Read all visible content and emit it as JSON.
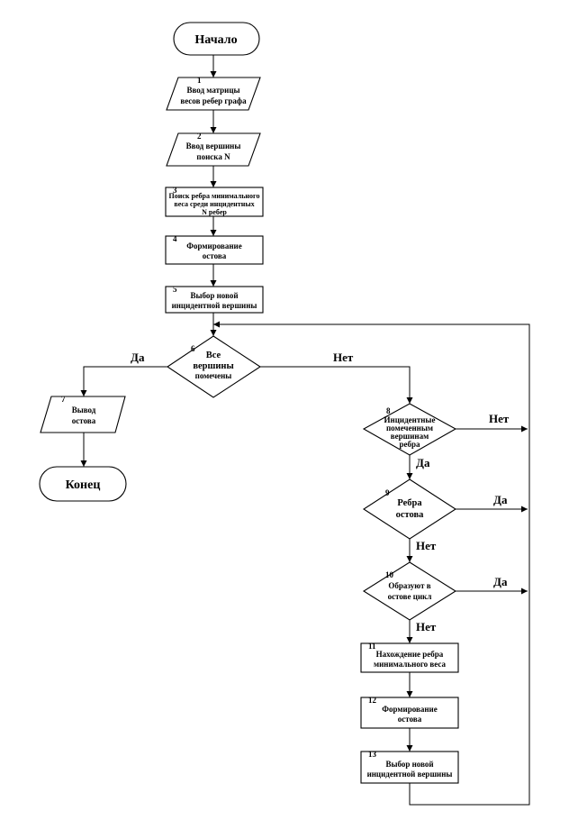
{
  "diagram": {
    "start": "Начало",
    "end": "Конец",
    "yes": "Да",
    "no": "Нет",
    "nodes": {
      "n1": {
        "num": "1",
        "lines": [
          "Ввод матрицы",
          "весов ребер графа"
        ]
      },
      "n2": {
        "num": "2",
        "lines": [
          "Ввод вершины",
          "поиска N"
        ]
      },
      "n3": {
        "num": "3",
        "lines": [
          "Поиск ребра минимального",
          "веса среди инцидентных",
          "N ребер"
        ]
      },
      "n4": {
        "num": "4",
        "lines": [
          "Формирование",
          "остова"
        ]
      },
      "n5": {
        "num": "5",
        "lines": [
          "Выбор новой",
          "инцидентной вершины"
        ]
      },
      "n6": {
        "num": "6",
        "lines": [
          "Все",
          "вершины",
          "помечены"
        ]
      },
      "n7": {
        "num": "7",
        "lines": [
          "Вывод",
          "остова"
        ]
      },
      "n8": {
        "num": "8",
        "lines": [
          "Инцидентные",
          "помеченным",
          "вершинам",
          "ребра"
        ]
      },
      "n9": {
        "num": "9",
        "lines": [
          "Ребра",
          "остова"
        ]
      },
      "n10": {
        "num": "10",
        "lines": [
          "Образуют в",
          "остове цикл"
        ]
      },
      "n11": {
        "num": "11",
        "lines": [
          "Нахождение ребра",
          "минимального веса"
        ]
      },
      "n12": {
        "num": "12",
        "lines": [
          "Формирование",
          "остова"
        ]
      },
      "n13": {
        "num": "13",
        "lines": [
          "Выбор новой",
          "инцидентной вершины"
        ]
      }
    }
  }
}
